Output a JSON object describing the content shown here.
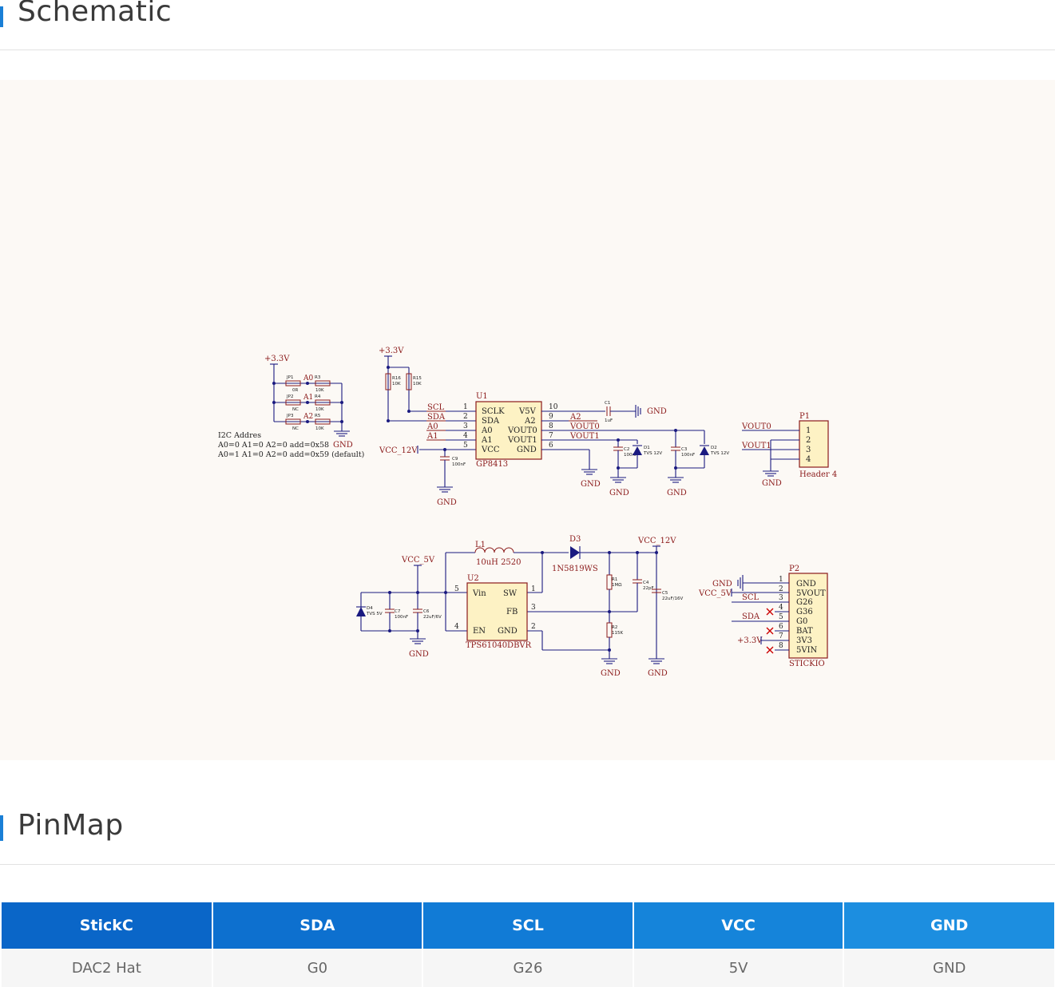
{
  "sections": {
    "schematic_title": "Schematic",
    "pinmap_title": "PinMap"
  },
  "colors": {
    "accent": "#1a7fd6",
    "header_gradient_start": "#0a66c8",
    "header_gradient_end": "#1c8ee0",
    "wire": "#1a1a80",
    "component": "#8b1a1a",
    "ic_fill": "#fdf2c4"
  },
  "schematic": {
    "i2c": {
      "supply": "+3.3V",
      "jumpers": [
        {
          "jp": "JP1",
          "val": "0R",
          "addr_pin": "A0",
          "r": "R3",
          "rval": "10K"
        },
        {
          "jp": "JP2",
          "val": "NC",
          "addr_pin": "A1",
          "r": "R4",
          "rval": "10K"
        },
        {
          "jp": "JP3",
          "val": "NC",
          "addr_pin": "A2",
          "r": "R5",
          "rval": "10K"
        }
      ],
      "gnd": "GND",
      "note_title": "I2C Addres",
      "note_line1": "A0=0 A1=0 A2=0 add=0x58",
      "note_line2": "A0=1 A1=0 A2=0 add=0x59 (default)"
    },
    "dac": {
      "supply": "+3.3V",
      "r16": "R16",
      "r16_val": "10K",
      "r15": "R15",
      "r15_val": "10K",
      "ref": "U1",
      "part": "GP8413",
      "left_nets": [
        "SCL",
        "SDA",
        "A0",
        "A1",
        "VCC_12V"
      ],
      "left_pin_nums": [
        "1",
        "2",
        "3",
        "4",
        "5"
      ],
      "left_pin_names": [
        "SCLK",
        "SDA",
        "A0",
        "A1",
        "VCC"
      ],
      "right_pin_names": [
        "V5V",
        "A2",
        "VOUT0",
        "VOUT1",
        "GND"
      ],
      "right_pin_nums": [
        "10",
        "9",
        "8",
        "7",
        "6"
      ],
      "right_nets": [
        "A2",
        "VOUT0",
        "VOUT1"
      ],
      "c9": "C9",
      "c9_val": "100nF",
      "c1": "C1",
      "c1_val": "1uF",
      "c2": "C2",
      "c2_val": "100nF",
      "c3": "C3",
      "c3_val": "100nF",
      "d1": "D1",
      "d1_val": "TVS 12V",
      "d2": "D2",
      "d2_val": "TVS 12V",
      "gnd": "GND"
    },
    "header": {
      "ref": "P1",
      "name": "Header 4",
      "pins": [
        "1",
        "2",
        "3",
        "4"
      ],
      "nets": [
        "VOUT0",
        "VOUT1"
      ],
      "gnd": "GND"
    },
    "boost": {
      "l1": "L1",
      "l1_val": "10uH 2520",
      "d3": "D3",
      "d3_val": "1N5819WS",
      "vin_net": "VCC_5V",
      "vout_net": "VCC_12V",
      "ref": "U2",
      "part": "TPS61040DBVR",
      "pins_left": [
        "Vin",
        "EN"
      ],
      "pins_right": [
        "SW",
        "FB",
        "GND"
      ],
      "pin_nums": [
        "5",
        "4",
        "1",
        "3",
        "2"
      ],
      "d4": "D4",
      "d4_val": "TVS 5V",
      "c7": "C7",
      "c7_val": "100nF",
      "c6": "C6",
      "c6_val": "22uF/6V",
      "r1": "R1",
      "r1_val": "1MΩ",
      "r2": "R2",
      "r2_val": "115K",
      "c4": "C4",
      "c4_val": "22pF",
      "c5": "C5",
      "c5_val": "22uF/16V",
      "gnd": "GND"
    },
    "stickio": {
      "ref": "P2",
      "name": "STICKIO",
      "pin_nums": [
        "1",
        "2",
        "3",
        "4",
        "5",
        "6",
        "7",
        "8"
      ],
      "pin_names": [
        "GND",
        "5VOUT",
        "G26",
        "G36",
        "G0",
        "BAT",
        "3V3",
        "5VIN"
      ],
      "nets_left": [
        "GND",
        "VCC_5V",
        "SCL",
        "SDA",
        "+3.3V"
      ]
    }
  },
  "pinmap": {
    "headers": [
      "StickC",
      "SDA",
      "SCL",
      "VCC",
      "GND"
    ],
    "rows": [
      [
        "DAC2 Hat",
        "G0",
        "G26",
        "5V",
        "GND"
      ]
    ]
  }
}
